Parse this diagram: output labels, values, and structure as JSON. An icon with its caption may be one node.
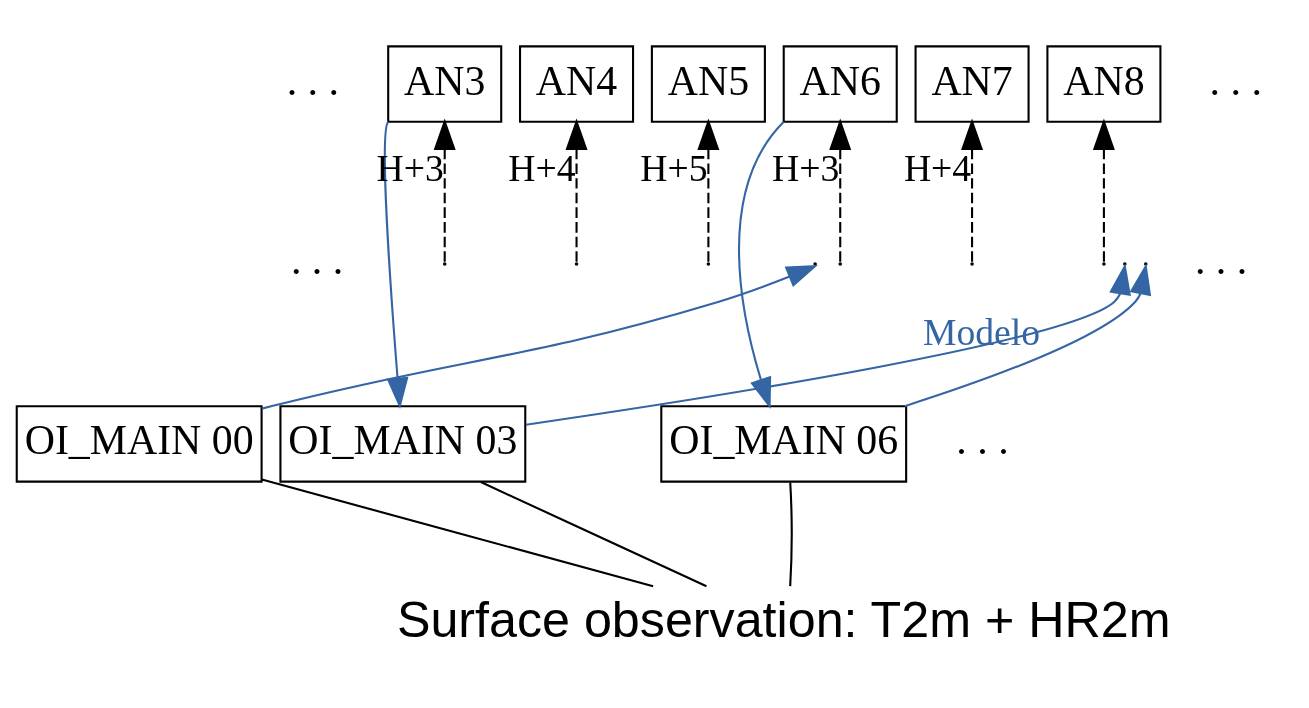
{
  "diagram": {
    "nodes": [
      {
        "text": [
          "AN3"
        ]
      },
      {
        "text": [
          "AN4"
        ]
      },
      {
        "text": [
          "AN5"
        ]
      },
      {
        "text": [
          "AN6"
        ]
      },
      {
        "text": [
          "AN7"
        ]
      },
      {
        "text": [
          "AN8"
        ]
      },
      {
        "text": [
          "OI_MAIN 00"
        ]
      },
      {
        "text": [
          "OI_MAIN 03"
        ]
      },
      {
        "text": [
          "OI_MAIN 06"
        ]
      },
      {
        "text": [
          "Surface observation: T2m + HR2m"
        ]
      }
    ],
    "edges": [
      {
        "from": null,
        "to": 0,
        "arrow": "to",
        "style": "dashed",
        "label": "H+3"
      },
      {
        "from": null,
        "to": 1,
        "arrow": "to",
        "style": "dashed",
        "label": "H+4"
      },
      {
        "from": null,
        "to": 2,
        "arrow": "to",
        "style": "dashed",
        "label": "H+5"
      },
      {
        "from": null,
        "to": 3,
        "arrow": "to",
        "style": "dashed",
        "label": "H+3"
      },
      {
        "from": null,
        "to": 4,
        "arrow": "to",
        "style": "dashed",
        "label": "H+4"
      },
      {
        "from": null,
        "to": 5,
        "arrow": "to",
        "style": "dashed"
      },
      {
        "from": 0,
        "to": 7,
        "arrow": "to",
        "color": "#3465a4"
      },
      {
        "from": 3,
        "to": 8,
        "arrow": "to",
        "color": "#3465a4"
      },
      {
        "from": 6,
        "to": null,
        "arrow": "to",
        "color": "#3465a4"
      },
      {
        "from": 7,
        "to": null,
        "arrow": "to",
        "color": "#3465a4"
      },
      {
        "from": 8,
        "to": null,
        "arrow": "to",
        "color": "#3465a4",
        "label": "Modelo"
      },
      {
        "from": 9,
        "to": 6,
        "arrow": "none"
      },
      {
        "from": 9,
        "to": 7,
        "arrow": "none"
      },
      {
        "from": 9,
        "to": 8,
        "arrow": "none"
      }
    ],
    "labels": [
      ". . .",
      ". . .",
      ". . .",
      ". . .",
      ". . ."
    ]
  }
}
